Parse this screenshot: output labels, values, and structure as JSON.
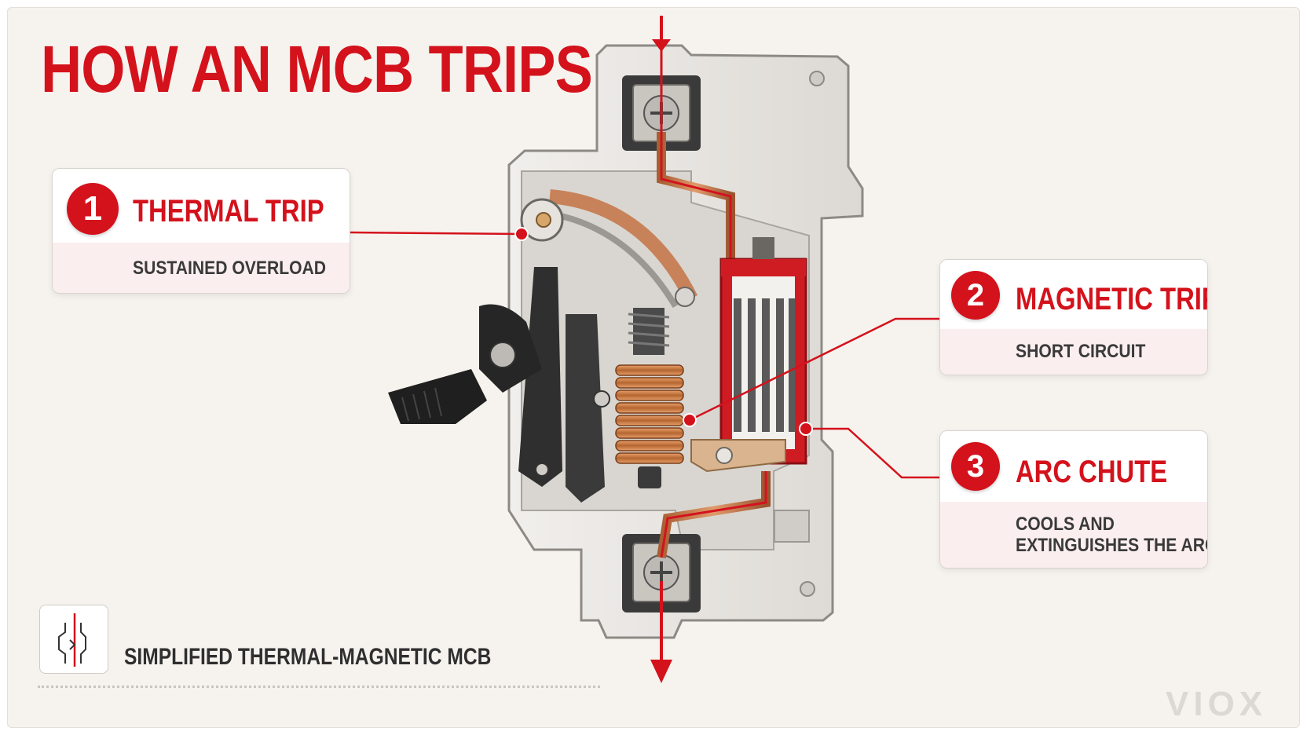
{
  "title": "HOW AN MCB TRIPS",
  "callouts": [
    {
      "number": "1",
      "title": "THERMAL TRIP",
      "subtitle": "SUSTAINED OVERLOAD"
    },
    {
      "number": "2",
      "title": "MAGNETIC TRIP",
      "subtitle": "SHORT CIRCUIT"
    },
    {
      "number": "3",
      "title": "ARC CHUTE",
      "subtitle_lines": [
        "COOLS AND",
        "EXTINGUISHES THE ARC"
      ]
    }
  ],
  "caption": "SIMPLIFIED THERMAL-MAGNETIC MCB",
  "logo": "VIOX",
  "colors": {
    "accent": "#d4121c",
    "copper": "#c8825a",
    "housing": "#e9e7e3",
    "dark": "#2b2b2b"
  },
  "icons": [
    "mcb-symbol-icon"
  ]
}
